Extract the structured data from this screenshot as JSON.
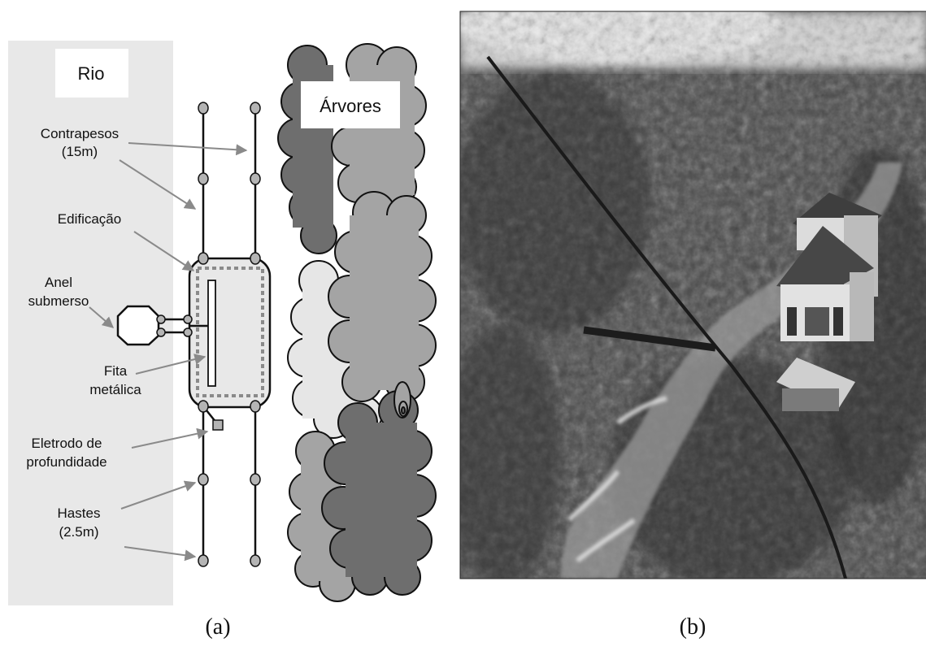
{
  "panel_a": {
    "river_label": "Rio",
    "trees_label": "Árvores",
    "counterweights_label_line1": "Contrapesos",
    "counterweights_label_line2": "(15m)",
    "building_label": "Edificação",
    "ring_label_line1": "Anel",
    "ring_label_line2": "submerso",
    "strip_label_line1": "Fita",
    "strip_label_line2": "metálica",
    "electrode_label_line1": "Eletrodo de",
    "electrode_label_line2": "profundidade",
    "rods_label_line1": "Hastes",
    "rods_label_line2": "(2.5m)",
    "caption": "(a)"
  },
  "panel_b": {
    "caption": "(b)"
  },
  "colors": {
    "river_fill": "#e8e8e8",
    "tree_dark": "#6e6e6e",
    "tree_mid": "#a4a4a4",
    "tree_light": "#e6e6e6",
    "node_fill": "#b4b4b4",
    "arrow_gray": "#8a8a8a"
  }
}
